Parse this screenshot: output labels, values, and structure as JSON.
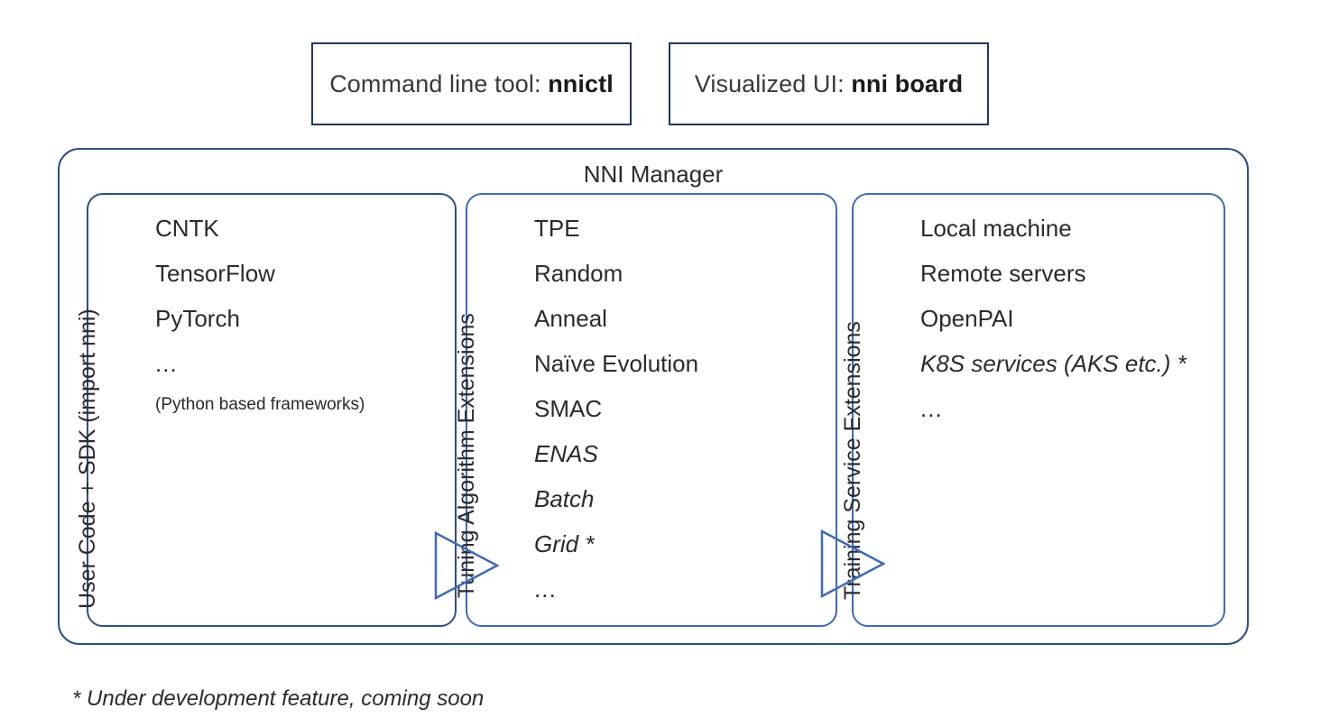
{
  "top_tools": [
    {
      "prefix": "Command line tool: ",
      "strong": "nnictl",
      "name": "command-line-tool-box"
    },
    {
      "prefix": "Visualized UI: ",
      "strong": "nni board",
      "name": "visualized-ui-box"
    }
  ],
  "manager": {
    "title": "NNI Manager",
    "columns": [
      {
        "id": "user",
        "vertical_label": "User Code + SDK (import nni)",
        "border_color": "#2E4E84",
        "items": [
          {
            "text": "CNTK",
            "style": "normal"
          },
          {
            "text": "TensorFlow",
            "style": "normal"
          },
          {
            "text": "PyTorch",
            "style": "normal"
          },
          {
            "text": "...",
            "style": "dots"
          },
          {
            "text": "(Python based frameworks)",
            "style": "small"
          }
        ]
      },
      {
        "id": "tuning",
        "vertical_label": "Tuning Algorithm Extensions",
        "border_color": "#3F6AB8",
        "items": [
          {
            "text": "TPE",
            "style": "normal"
          },
          {
            "text": "Random",
            "style": "normal"
          },
          {
            "text": "Anneal",
            "style": "normal"
          },
          {
            "text": "Naïve Evolution",
            "style": "normal"
          },
          {
            "text": "SMAC",
            "style": "normal"
          },
          {
            "text": "ENAS",
            "style": "italic"
          },
          {
            "text": "Batch",
            "style": "italic"
          },
          {
            "text": "Grid *",
            "style": "italic"
          },
          {
            "text": "...",
            "style": "dots"
          }
        ]
      },
      {
        "id": "train",
        "vertical_label": "Training Service Extensions",
        "border_color": "#3F6AB8",
        "items": [
          {
            "text": "Local machine",
            "style": "normal"
          },
          {
            "text": "Remote servers",
            "style": "normal"
          },
          {
            "text": "OpenPAI",
            "style": "normal"
          },
          {
            "text": "K8S services (AKS etc.) *",
            "style": "italic"
          },
          {
            "text": "...",
            "style": "dots"
          }
        ]
      }
    ]
  },
  "arrows": [
    {
      "name": "arrow-user-to-tuning",
      "color": "#3F6AB8"
    },
    {
      "name": "arrow-tuning-to-train",
      "color": "#3F6AB8"
    }
  ],
  "footnote": "* Under development feature, coming soon",
  "colors": {
    "box_border_dark": "#1F3864",
    "box_border_navy": "#2E4E84",
    "box_border_blue": "#3F6AB8",
    "text": "#2b2b2b",
    "background": "#ffffff"
  }
}
